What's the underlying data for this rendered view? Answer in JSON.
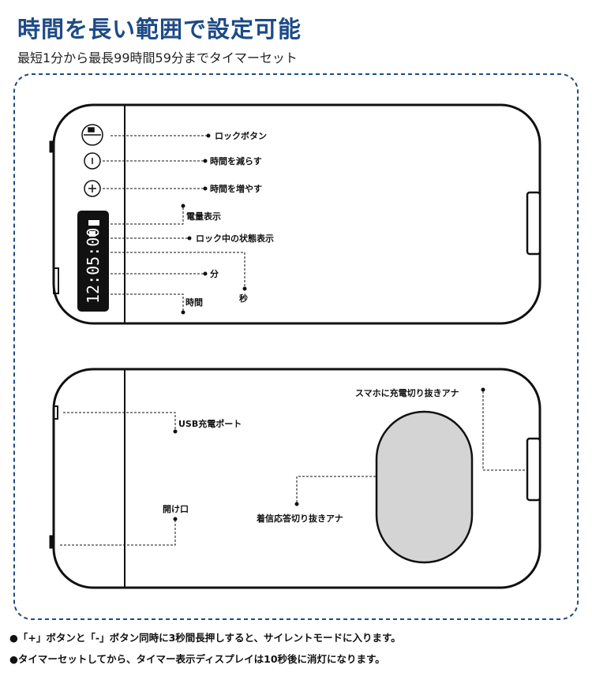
{
  "title": "時間を長い範囲で設定可能",
  "subtitle": "最短1分から最長99時間59分までタイマーセット",
  "display": "12:05:00",
  "front": {
    "lock_button": "ロックボタン",
    "decrease": "時間を減らす",
    "increase": "時間を増やす",
    "battery": "電量表示",
    "lock_status": "ロック中の状態表示",
    "minute": "分",
    "second": "秒",
    "hour": "時間"
  },
  "back": {
    "usb": "USB充電ポート",
    "opening": "開け口",
    "phone_hole": "スマホに充電切り抜きアナ",
    "answer_hole": "着信応答切り抜きアナ"
  },
  "notes": [
    "●「+」ボタンと「-」ボタン同時に3秒間長押しすると、サイレントモードに入ります。",
    "●タイマーセットしてから、タイマー表示ディスプレイは10秒後に消灯になります。"
  ],
  "colors": {
    "accent": "#1d4a86",
    "hole": "#d4d4d4"
  }
}
